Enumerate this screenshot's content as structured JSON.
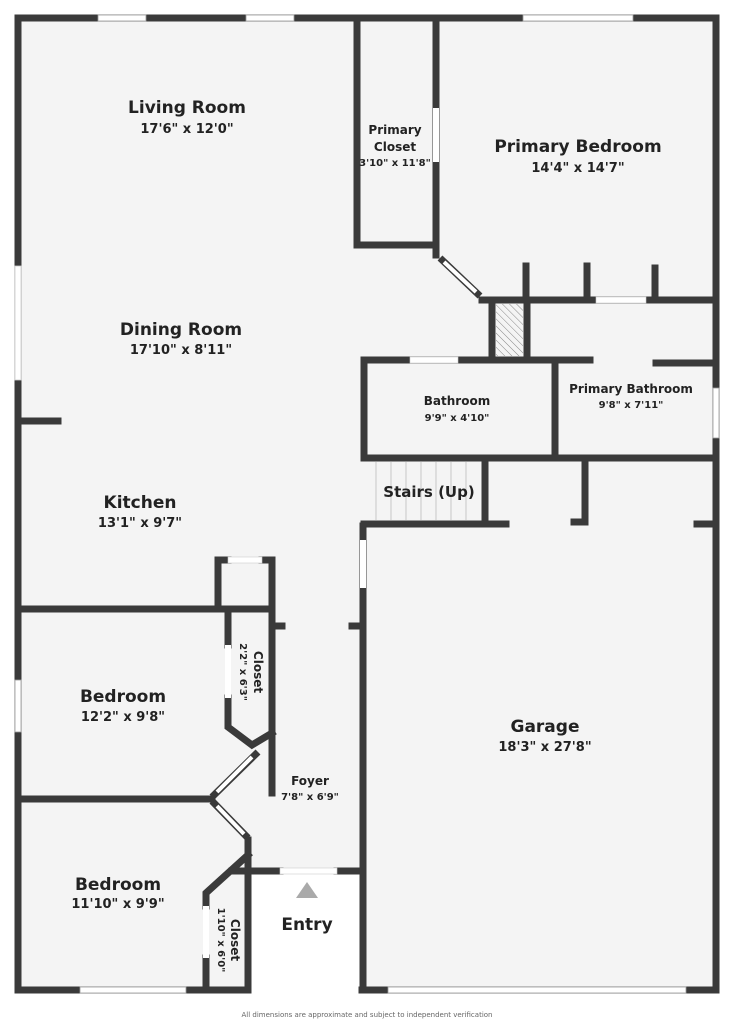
{
  "plan": {
    "colors": {
      "floor": "#f4f4f4",
      "wall": "#3a3a3a",
      "opening": "#ffffff",
      "window_line": "#999999",
      "hatch": "#888888",
      "entry_arrow": "#aaaaaa",
      "text": "#222222"
    },
    "rooms": [
      {
        "id": "living-room",
        "name": "Living Room",
        "dims": "17'6\" x 12'0\""
      },
      {
        "id": "primary-closet",
        "name": "Primary Closet",
        "name_lines": [
          "Primary",
          "Closet"
        ],
        "dims": "3'10\" x 11'8\""
      },
      {
        "id": "primary-bedroom",
        "name": "Primary Bedroom",
        "dims": "14'4\" x 14'7\""
      },
      {
        "id": "dining-room",
        "name": "Dining Room",
        "dims": "17'10\" x 8'11\""
      },
      {
        "id": "bathroom",
        "name": "Bathroom",
        "dims": "9'9\" x 4'10\""
      },
      {
        "id": "primary-bathroom",
        "name": "Primary Bathroom",
        "dims": "9'8\" x 7'11\""
      },
      {
        "id": "stairs",
        "name": "Stairs (Up)",
        "dims": ""
      },
      {
        "id": "kitchen",
        "name": "Kitchen",
        "dims": "13'1\" x 9'7\""
      },
      {
        "id": "closet-1",
        "name": "Closet",
        "dims": "2'2\" x 6'3\""
      },
      {
        "id": "bedroom-1",
        "name": "Bedroom",
        "dims": "12'2\" x 9'8\""
      },
      {
        "id": "garage",
        "name": "Garage",
        "dims": "18'3\" x 27'8\""
      },
      {
        "id": "foyer",
        "name": "Foyer",
        "dims": "7'8\" x 6'9\""
      },
      {
        "id": "bedroom-2",
        "name": "Bedroom",
        "dims": "11'10\" x 9'9\""
      },
      {
        "id": "closet-2",
        "name": "Closet",
        "dims": "1'10\" x 6'0\""
      },
      {
        "id": "entry",
        "name": "Entry",
        "dims": ""
      }
    ],
    "disclaimer": "All dimensions are approximate and subject to independent verification"
  }
}
